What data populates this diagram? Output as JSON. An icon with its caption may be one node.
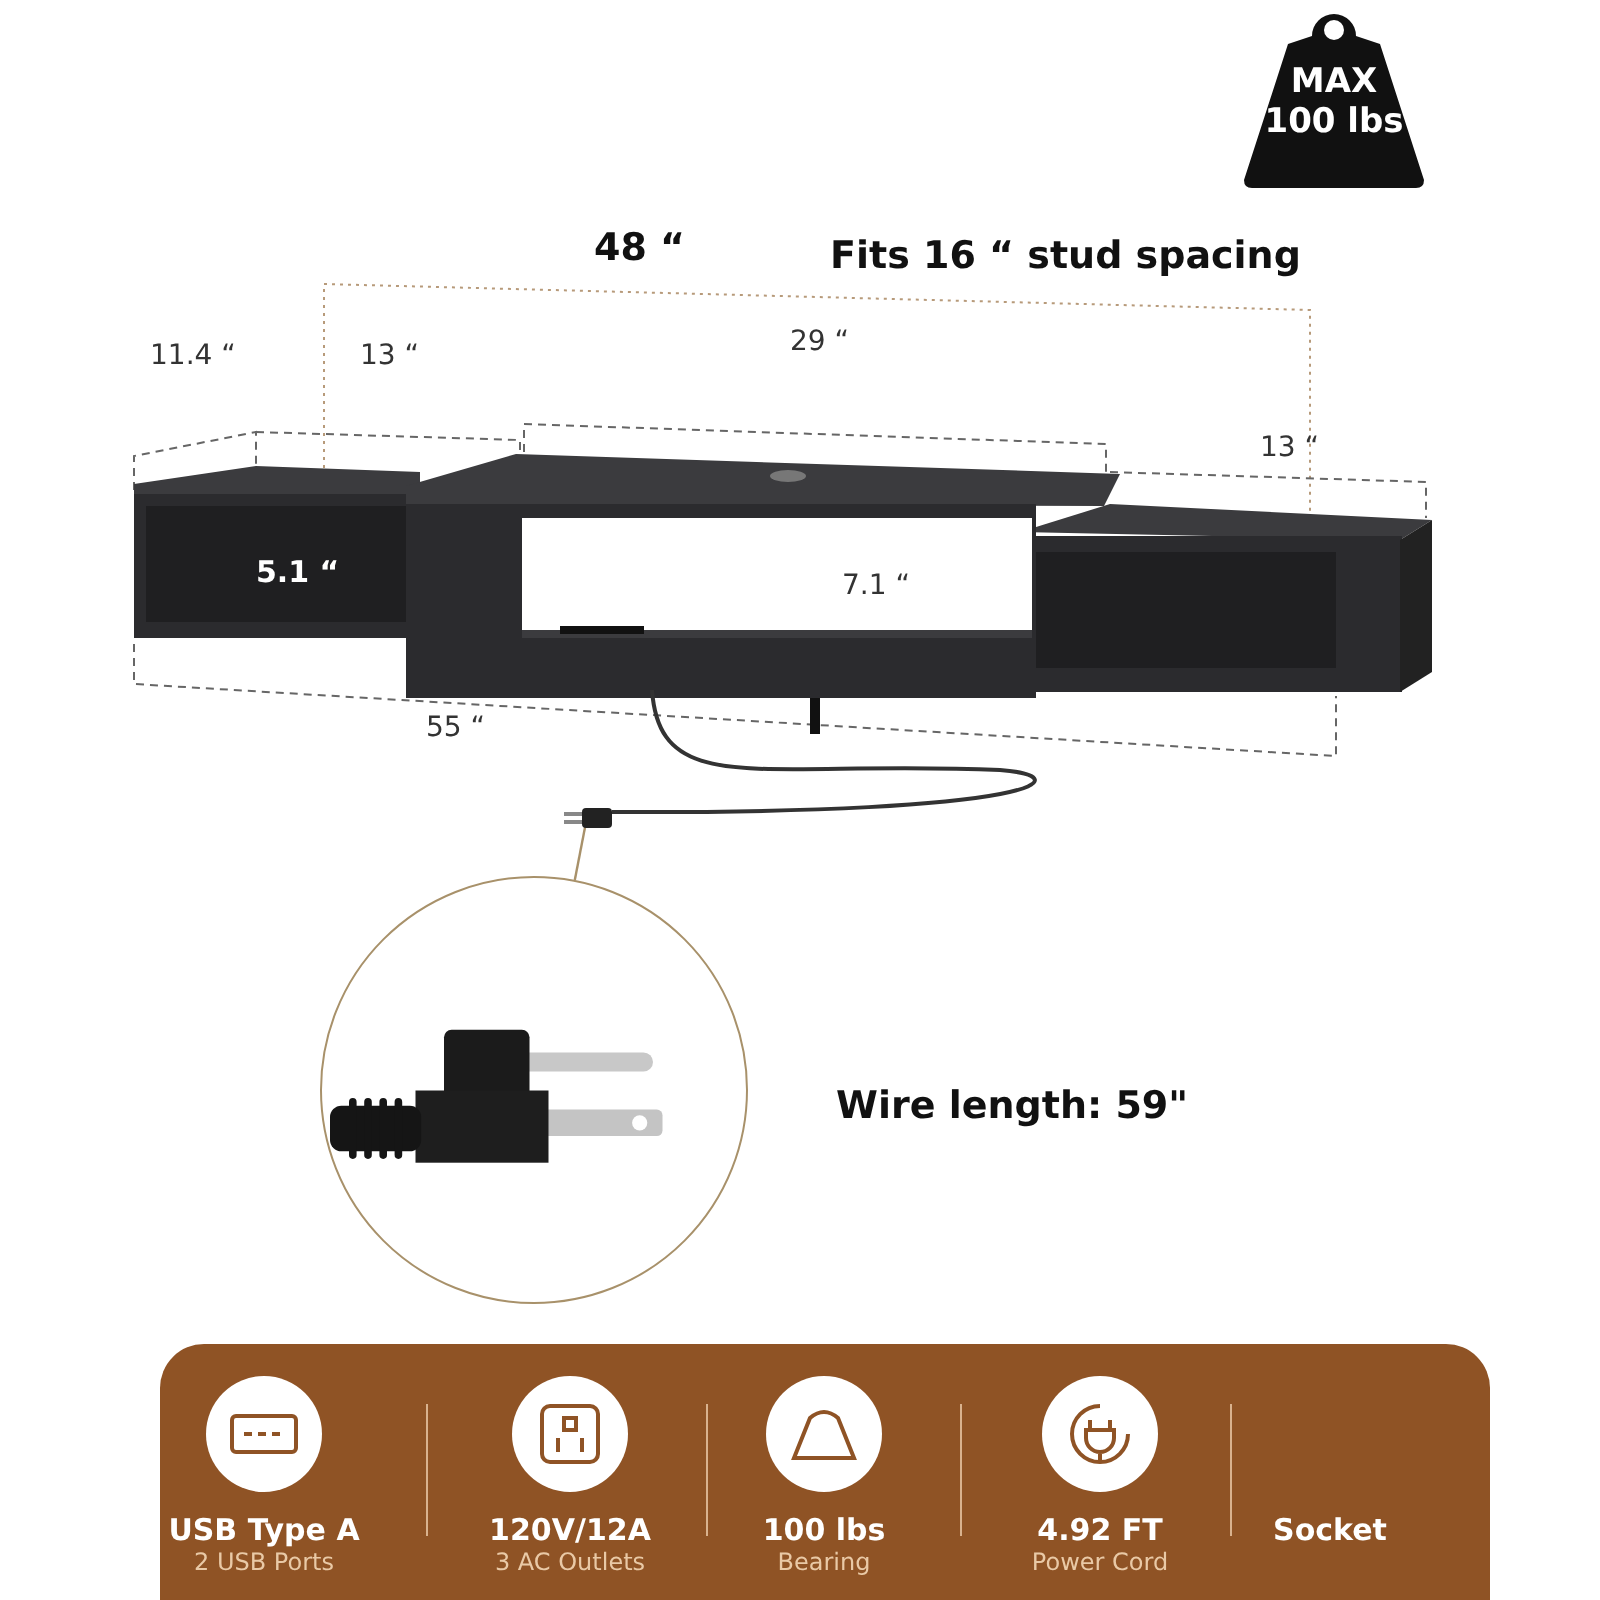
{
  "diagram": {
    "nodes": [
      {
        "text": [
          "MAX 100 lbs"
        ]
      },
      {
        "text": [],
        "shape": "box"
      },
      {
        "text": [],
        "shape": "picture"
      }
    ],
    "edges": [
      {
        "from": 1,
        "to": 2,
        "arrow": "none"
      }
    ],
    "labels": [
      "48 “",
      "Fits 16 “ stud spacing",
      "11.4 “",
      "13 “",
      "29 “",
      "13 “",
      "5.1 “",
      "7.1 “",
      "55 “",
      "Wire length: 59\"",
      "USB Type A",
      "2 USB Ports",
      "120V/12A",
      "3 AC Outlets",
      "100 lbs",
      "Bearing",
      "4.92 FT",
      "Power Cord",
      "Socket"
    ]
  }
}
